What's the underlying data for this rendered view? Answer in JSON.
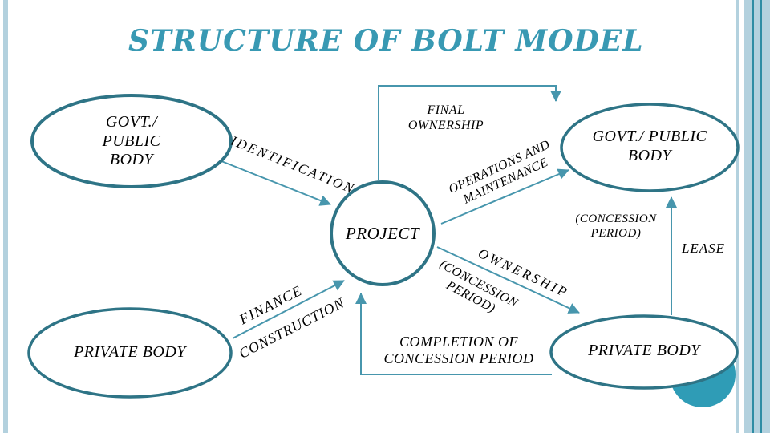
{
  "slide": {
    "title": "STRUCTURE OF BOLT MODEL"
  },
  "nodes": {
    "govt_public_top_left": "GOVT./ PUBLIC BODY",
    "govt_public_top_right": "GOVT./ PUBLIC BODY",
    "project": "PROJECT",
    "private_bottom_left": "PRIVATE BODY",
    "private_bottom_right": "PRIVATE BODY"
  },
  "edges": {
    "identification": "IDENTIFICATION",
    "final_ownership": "FINAL OWNERSHIP",
    "operations_maintenance": "OPERATIONS AND MAINTENANCE",
    "concession_period_lease": "(CONCESSION PERIOD)",
    "lease": "LEASE",
    "ownership": "OWNERSHIP",
    "concession_period_ownership": "(CONCESSION PERIOD)",
    "finance": "FINANCE",
    "construction": "CONSTRUCTION",
    "completion": "COMPLETION OF CONCESSION PERIOD"
  },
  "colors": {
    "title": "#3899b3",
    "node-border": "#2e7486",
    "arrow": "#4796ad",
    "stripe-light": "#b3d1de",
    "stripe-dark": "#2e8ca4",
    "accent-circle": "#2f9cb6",
    "text": "#000000"
  }
}
